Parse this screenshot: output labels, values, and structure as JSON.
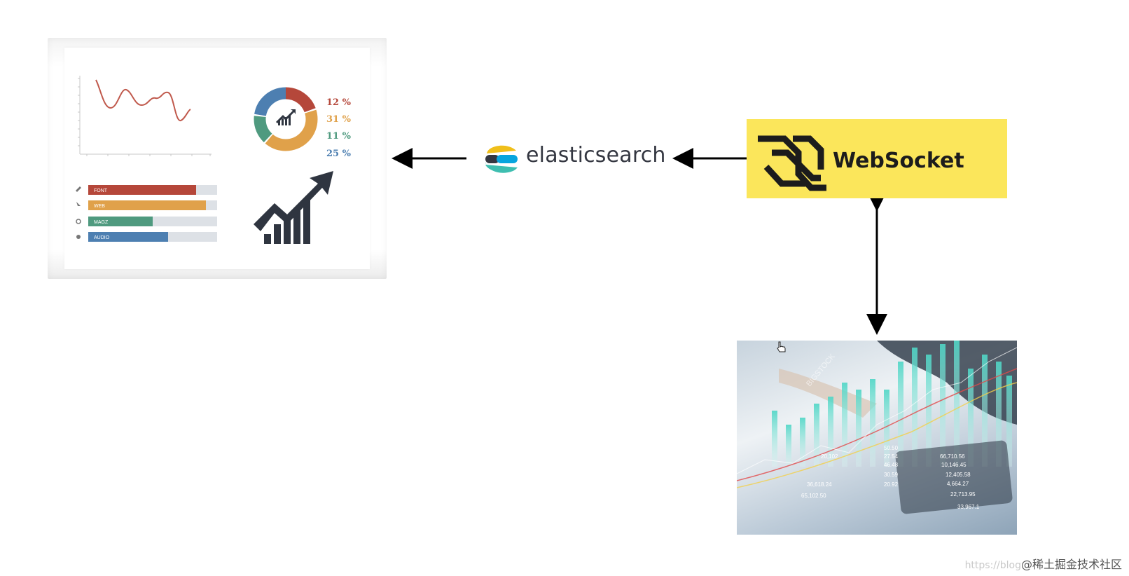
{
  "dashboard": {
    "donut_percents": [
      "12 %",
      "31 %",
      "11 %",
      "25 %"
    ],
    "bar_labels": [
      "FONT",
      "WEB",
      "MAGZ",
      "AUDIO"
    ],
    "colors": {
      "red": "#b5473a",
      "orange": "#e0a14a",
      "green": "#4f9a7f",
      "blue": "#4d7fb1",
      "dark": "#2f3540"
    }
  },
  "elasticsearch": {
    "label": "elasticsearch"
  },
  "websocket": {
    "label": "WebSocket",
    "background": "#fbe65b"
  },
  "stock_image": {
    "numbers": [
      "20,102",
      "66,710.56",
      "10,146.45",
      "12,405.58",
      "4,664.27",
      "22,713.95",
      "33,967.1",
      "36,618.24",
      "65,102.50",
      "30.59",
      "20.92",
      "46.48",
      "27.54",
      "50.50"
    ],
    "watermark": "BIGSTOCK"
  },
  "footer": {
    "watermark_faint": "https://blog",
    "watermark": "@稀土掘金技术社区"
  }
}
